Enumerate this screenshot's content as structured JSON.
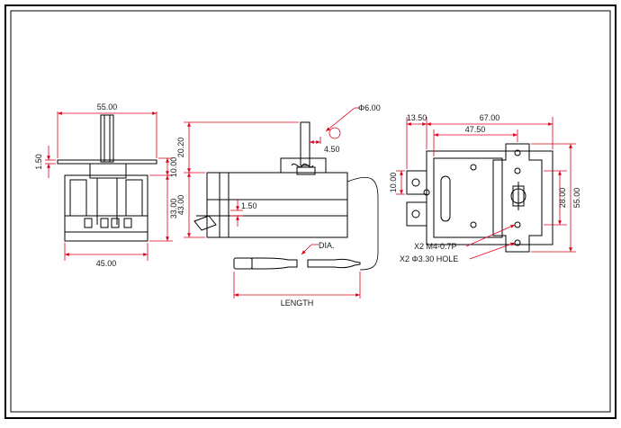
{
  "colors": {
    "outline": "#000000",
    "dimension": "#e0001b",
    "text": "#1a1a1a",
    "background": "#ffffff"
  },
  "side_view": {
    "width_top": "55.00",
    "width_bottom": "45.00",
    "flange": "1.50",
    "body_depth": "33.00",
    "cap": "10.00"
  },
  "front_view": {
    "shaft_height": "20.20",
    "overall_height": "43.00",
    "tab": "1.50",
    "shaft_dia": "Φ6.00",
    "flat": "4.50",
    "dia_label": "DIA.",
    "length_label": "LENGTH"
  },
  "top_view": {
    "offset": "13.50",
    "overall_length": "67.00",
    "hole_pitch": "47.50",
    "terminal": "10.00",
    "inner_height": "28.00",
    "overall_height": "55.00",
    "note_thread": "X2  M4-0.7P",
    "note_hole": "X2  Φ3.30  HOLE"
  }
}
